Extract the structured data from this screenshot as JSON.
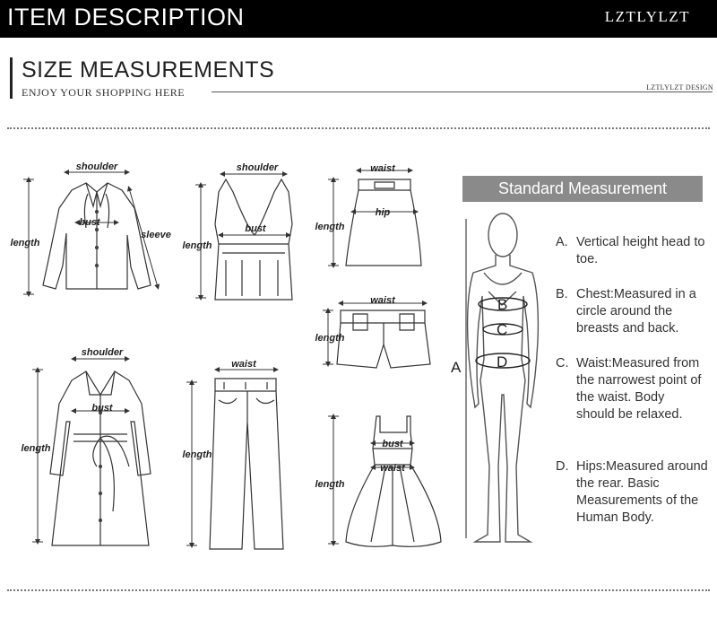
{
  "header": {
    "title": "ITEM DESCRIPTION",
    "brand": "LZTLYLZT"
  },
  "section": {
    "title": "SIZE MEASUREMENTS",
    "subtitle": "ENJOY YOUR SHOPPING HERE",
    "design": "LZTLYLZT DESIGN"
  },
  "garments": {
    "shirt": {
      "shoulder": "shoulder",
      "bust": "bust",
      "length": "length",
      "sleeve": "sleeve"
    },
    "tank": {
      "shoulder": "shoulder",
      "bust": "bust",
      "length": "length"
    },
    "skirt": {
      "waist": "waist",
      "hip": "hip",
      "length": "length"
    },
    "shorts": {
      "waist": "waist",
      "length": "length"
    },
    "coat": {
      "shoulder": "shoulder",
      "bust": "bust",
      "length": "length"
    },
    "pants": {
      "waist": "waist",
      "length": "length"
    },
    "dress": {
      "bust": "bust",
      "waist": "waist",
      "length": "length"
    }
  },
  "standard": {
    "title": "Standard Measurement",
    "body_labels": {
      "a": "A",
      "b": "B",
      "c": "C",
      "d": "D"
    },
    "items": [
      {
        "letter": "A.",
        "text": "Vertical height head to toe."
      },
      {
        "letter": "B.",
        "text": "Chest:Measured in a circle around the breasts and back."
      },
      {
        "letter": "C.",
        "text": "Waist:Measured from the narrowest point of the waist. Body should be relaxed."
      },
      {
        "letter": "D.",
        "text": "Hips:Measured around the rear. Basic Measurements of the Human Body."
      }
    ]
  }
}
